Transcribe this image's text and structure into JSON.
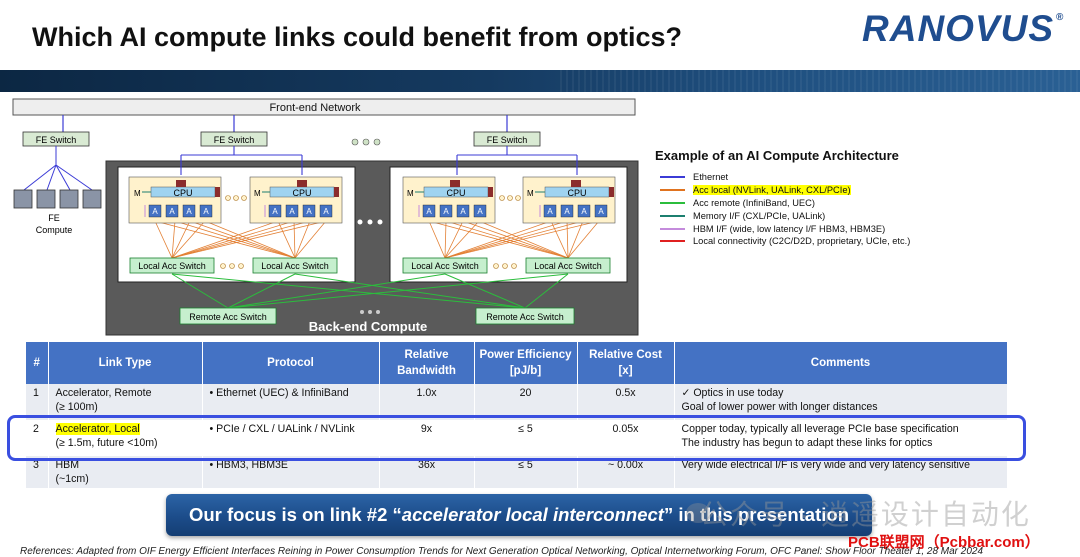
{
  "header": {
    "title": "Which AI compute links could benefit from optics?",
    "logo_text": "RANOVUS",
    "logo_mark": "®"
  },
  "diagram": {
    "front_end_network": "Front-end Network",
    "fe_switch": "FE Switch",
    "fe_compute_line1": "FE",
    "fe_compute_line2": "Compute",
    "cpu": "CPU",
    "mem": "M",
    "acc": "A",
    "local_acc_switch": "Local Acc Switch",
    "remote_acc_switch": "Remote Acc  Switch",
    "back_end_compute": "Back-end Compute"
  },
  "legend": {
    "title": "Example of an AI Compute Architecture",
    "items": [
      {
        "label": "Ethernet",
        "color": "#3b3bd6",
        "highlight": false
      },
      {
        "label": "Acc local (NVLink, UALink, CXL/PCIe)",
        "color": "#e0731f",
        "highlight": true
      },
      {
        "label": "Acc remote (InfiniBand, UEC)",
        "color": "#2bbd3c",
        "highlight": false
      },
      {
        "label": "Memory I/F (CXL/PCIe, UALink)",
        "color": "#1c7f6f",
        "highlight": false
      },
      {
        "label": "HBM I/F (wide, low latency I/F HBM3, HBM3E)",
        "color": "#c48bdc",
        "highlight": false
      },
      {
        "label": "Local connectivity (C2C/D2D, proprietary, UCIe, etc.)",
        "color": "#e02020",
        "highlight": false
      }
    ]
  },
  "table": {
    "headers": [
      {
        "l1": "#",
        "l2": ""
      },
      {
        "l1": "Link Type",
        "l2": ""
      },
      {
        "l1": "Protocol",
        "l2": ""
      },
      {
        "l1": "Relative",
        "l2": "Bandwidth"
      },
      {
        "l1": "Power Efficiency",
        "l2": "[pJ/b]"
      },
      {
        "l1": "Relative Cost",
        "l2": "[x]"
      },
      {
        "l1": "Comments",
        "l2": ""
      }
    ],
    "rows": [
      {
        "num": "1",
        "type_l1": "Accelerator, Remote",
        "type_l2": "(≥ 100m)",
        "protocol": "• Ethernet (UEC) & InfiniBand",
        "bandwidth": "1.0x",
        "power": "20",
        "cost": "0.5x",
        "comment_l1": "✓ Optics in use today",
        "comment_l2": "Goal of lower power with longer distances"
      },
      {
        "num": "2",
        "type_l1": "Accelerator, Local",
        "type_l2": "(≥ 1.5m, future <10m)",
        "protocol": "• PCIe / CXL / UALink / NVLink",
        "bandwidth": "9x",
        "power": "≤ 5",
        "cost": "0.05x",
        "comment_l1": "Copper today, typically all leverage PCIe base specification",
        "comment_l2": "The industry has begun to adapt these links for optics"
      },
      {
        "num": "3",
        "type_l1": "HBM",
        "type_l2": "(~1cm)",
        "protocol": "• HBM3, HBM3E",
        "bandwidth": "36x",
        "power": "≤ 5",
        "cost": "~ 0.00x",
        "comment_l1": "Very wide electrical I/F is very wide and very latency sensitive",
        "comment_l2": ""
      }
    ]
  },
  "focus": {
    "prefix": "Our focus is on link #2 “",
    "emph": "accelerator local interconnect",
    "suffix": "” in this presentation"
  },
  "watermark": "公众号 · 逍遥设计自动化",
  "pcb_mark": "PCB联盟网（Pcbbar.com）",
  "references": "References: Adapted from OIF Energy Efficient Interfaces Reining in Power Consumption Trends for Next Generation Optical Networking, Optical Internetworking Forum, OFC Panel: Show Floor Theater 1, 28 Mar 2024"
}
